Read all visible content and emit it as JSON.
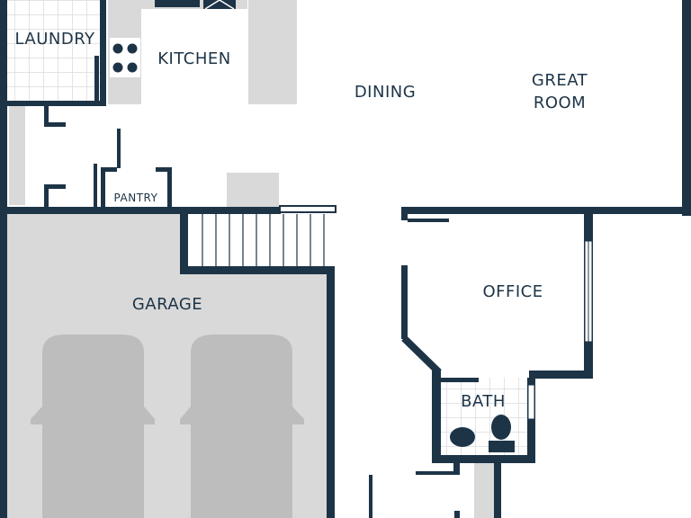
{
  "colors": {
    "wall": "#1d3447",
    "floor_gray": "#d9d9d9",
    "counter_gray": "#c8c8c8",
    "car_gray": "#b8b8b8",
    "tile_line": "#dadada",
    "white": "#ffffff"
  },
  "rooms": {
    "laundry": "LAUNDRY",
    "kitchen": "KITCHEN",
    "dining": "DINING",
    "great_room_1": "GREAT",
    "great_room_2": "ROOM",
    "pantry": "PANTRY",
    "garage": "GARAGE",
    "office": "OFFICE",
    "bath": "BATH"
  }
}
